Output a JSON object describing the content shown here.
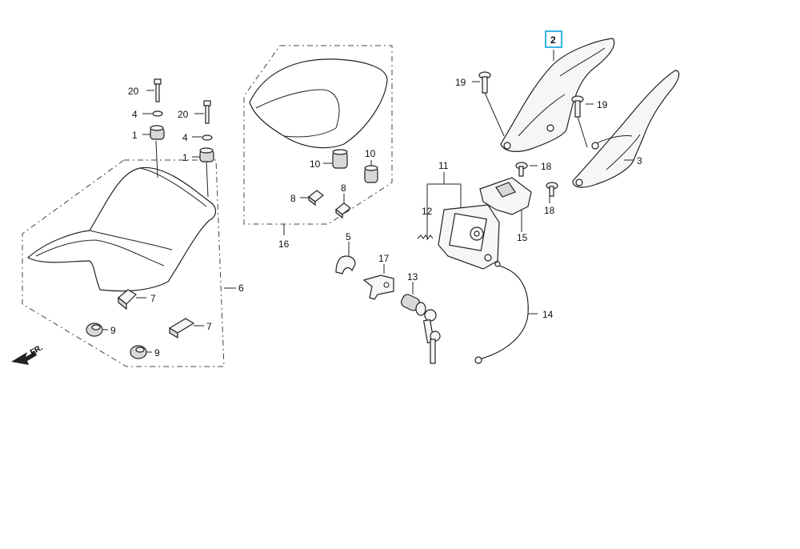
{
  "diagram": {
    "front_marker": "FR.",
    "callouts": {
      "c20a": "20",
      "c4a": "4",
      "c1a": "1",
      "c20b": "20",
      "c4b": "4",
      "c1b": "1",
      "c6": "6",
      "c7a": "7",
      "c7b": "7",
      "c9a": "9",
      "c9b": "9",
      "c10a": "10",
      "c10b": "10",
      "c8a": "8",
      "c8b": "8",
      "c16": "16",
      "c5": "5",
      "c17": "17",
      "c13": "13",
      "c11": "11",
      "c12": "12",
      "c15": "15",
      "c14": "14",
      "c18a": "18",
      "c18b": "18",
      "c2": "2",
      "c19a": "19",
      "c19b": "19",
      "c3": "3"
    },
    "highlighted_part": "2",
    "highlight_color": "#39b5e6"
  }
}
